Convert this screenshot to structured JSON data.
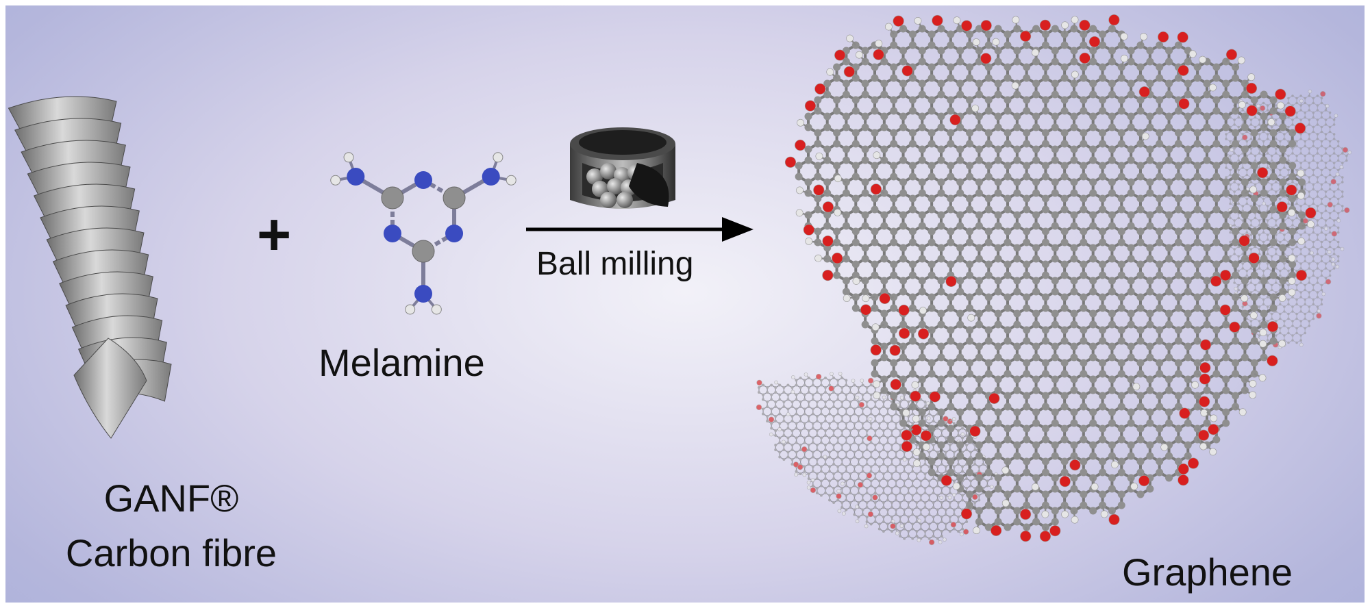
{
  "reactant_fibre": {
    "name": "GANF®",
    "description": "Carbon fibre"
  },
  "plus_sign": "+",
  "reactant_molecule": {
    "name": "Melamine"
  },
  "process": {
    "label": "Ball milling"
  },
  "product": {
    "name": "Graphene"
  },
  "colors": {
    "carbon": "#8f8f8f",
    "nitrogen": "#3a4bc0",
    "hydrogen": "#e6e6e6",
    "oxygen": "#d81f1f",
    "fibre": "#9a9a9a",
    "arrow": "#000000"
  }
}
